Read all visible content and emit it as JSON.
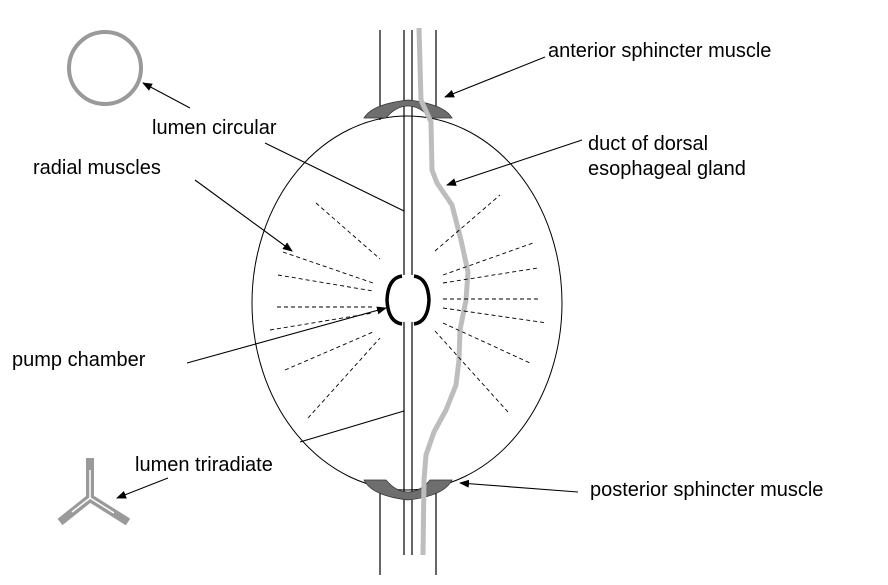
{
  "labels": {
    "anterior_sphincter": "anterior sphincter muscle",
    "lumen_circular": "lumen circular",
    "radial_muscles": "radial muscles",
    "duct_line1": "duct of dorsal",
    "duct_line2": "esophageal gland",
    "pump_chamber": "pump chamber",
    "lumen_triradiate": "lumen triradiate",
    "posterior_sphincter": "posterior sphincter muscle"
  },
  "colors": {
    "line": "#000000",
    "sphincter": "#6e6e6e",
    "duct": "#bdbdbd",
    "lumen_icon": "#9a9a9a"
  }
}
